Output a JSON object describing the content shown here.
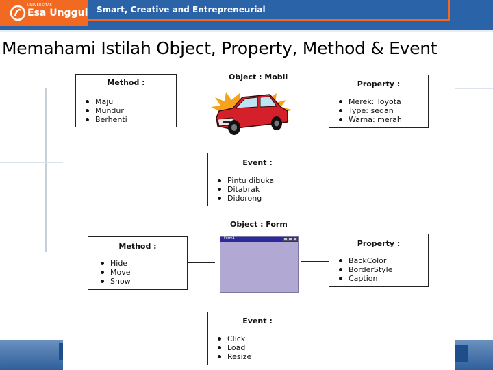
{
  "header": {
    "logo_small_text": "UNIVERSITAS",
    "logo_name": "Esa Unggul",
    "tagline": "Smart, Creative and Entrepreneurial",
    "brand_orange": "#f26a21",
    "brand_blue": "#2a63a8"
  },
  "slide": {
    "title": "Memahami Istilah Object, Property, Method & Event"
  },
  "diagram": {
    "mobil": {
      "object_label": "Object : Mobil",
      "method": {
        "title": "Method :",
        "items": [
          "Maju",
          "Mundur",
          "Berhenti"
        ]
      },
      "property": {
        "title": "Property :",
        "items": [
          "Merek: Toyota",
          "Type: sedan",
          "Warna: merah"
        ]
      },
      "event": {
        "title": "Event :",
        "items": [
          "Pintu dibuka",
          "Ditabrak",
          "Didorong"
        ]
      }
    },
    "form": {
      "object_label": "Object : Form",
      "window_title": "Form1",
      "method": {
        "title": "Method :",
        "items": [
          "Hide",
          "Move",
          "Show"
        ]
      },
      "property": {
        "title": "Property :",
        "items": [
          "BackColor",
          "BorderStyle",
          "Caption"
        ]
      },
      "event": {
        "title": "Event :",
        "items": [
          "Click",
          "Load",
          "Resize"
        ]
      }
    }
  },
  "icons": [
    "logo-swoosh-icon",
    "red-car-icon",
    "form-window-icon"
  ]
}
